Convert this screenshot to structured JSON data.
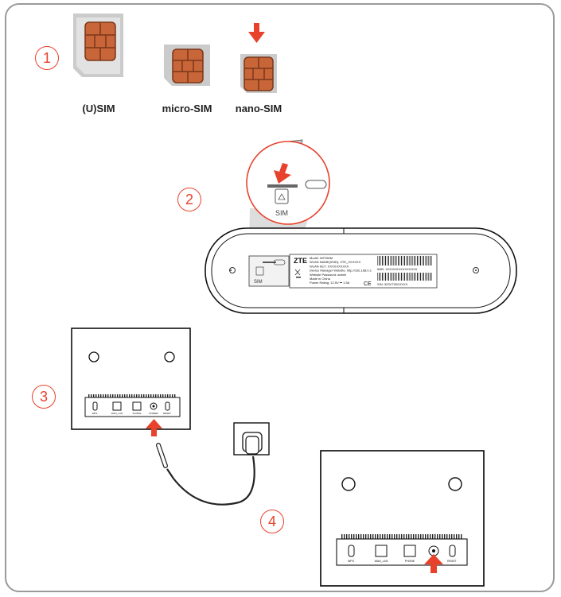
{
  "steps": [
    "1",
    "2",
    "3",
    "4"
  ],
  "sim_types": {
    "usim": "(U)SIM",
    "micro": "micro-SIM",
    "nano": "nano-SIM"
  },
  "router_label": {
    "slot_text": "SIM",
    "brand": "ZTE",
    "lines": [
      "Model: MF296M",
      "WLAN NAME(SSID): ZTE_XXXXXX",
      "WLAN KEY: XXXXXXXXXX",
      "Device Manager Website: http://192.168.0.1",
      "Website Password: admin",
      "Made in China",
      "Power Rating: 12.5V ⎓ 1.5A"
    ],
    "imei": "IMEI: XXXXXXXXXXXXXXX",
    "sn": "S/N: 323V730XXXXX",
    "ce": "CE"
  },
  "ports": [
    "WPS",
    "WAN_LAN",
    "PHONE",
    "POWER",
    "RESET"
  ],
  "colors": {
    "accent": "#e8412c",
    "sim_card": "#bdbdbd",
    "chip": "#c8663a",
    "outline": "#222222"
  }
}
